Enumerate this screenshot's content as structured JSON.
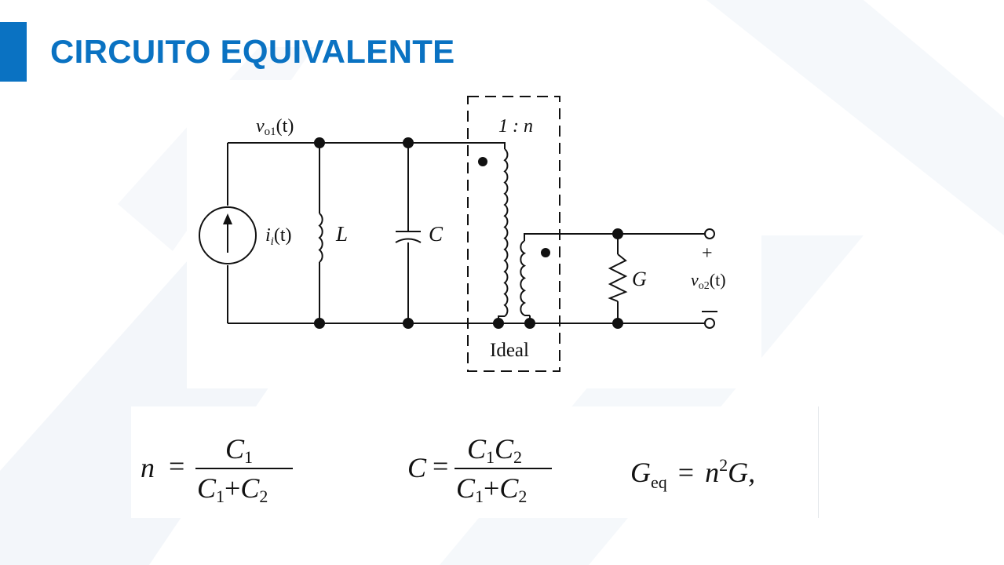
{
  "slide": {
    "title": "CIRCUITO EQUIVALENTE",
    "accent_color": "#0a72c2"
  },
  "circuit": {
    "labels": {
      "node_voltage": "v",
      "node_voltage_sub": "o1",
      "node_voltage_arg": "(t)",
      "source_current": "i",
      "source_current_sub": "i",
      "source_current_arg": "(t)",
      "inductor": "L",
      "capacitor": "C",
      "turns_ratio": "1 : n",
      "transformer_type": "Ideal",
      "conductance": "G",
      "output_voltage": "v",
      "output_voltage_sub": "o2",
      "output_voltage_arg": "(t)",
      "plus": "+",
      "minus": "−"
    }
  },
  "formulas": {
    "n_lhs": "n",
    "n_num_base": "C",
    "n_num_sub": "1",
    "n_den_a": "C",
    "n_den_a_sub": "1",
    "n_den_plus": "+",
    "n_den_b": "C",
    "n_den_b_sub": "2",
    "c_lhs": "C",
    "c_num_a": "C",
    "c_num_a_sub": "1",
    "c_num_b": "C",
    "c_num_b_sub": "2",
    "c_den_a": "C",
    "c_den_a_sub": "1",
    "c_den_plus": "+",
    "c_den_b": "C",
    "c_den_b_sub": "2",
    "g_lhs": "G",
    "g_lhs_sub": "eq",
    "g_rhs_n": "n",
    "g_rhs_exp": "2",
    "g_rhs_g": "G,",
    "equals": "="
  }
}
